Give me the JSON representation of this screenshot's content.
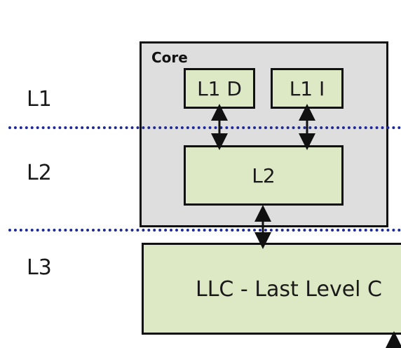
{
  "levels": {
    "l1": "L1",
    "l2": "L2",
    "l3": "L3"
  },
  "core": {
    "title": "Core",
    "l1d": "L1 D",
    "l1i": "L1 I",
    "l2": "L2"
  },
  "llc": {
    "label": "LLC - Last Level C"
  },
  "colors": {
    "cache_fill": "#dde8c4",
    "core_fill": "#dedede",
    "divider": "#1f2a99"
  }
}
